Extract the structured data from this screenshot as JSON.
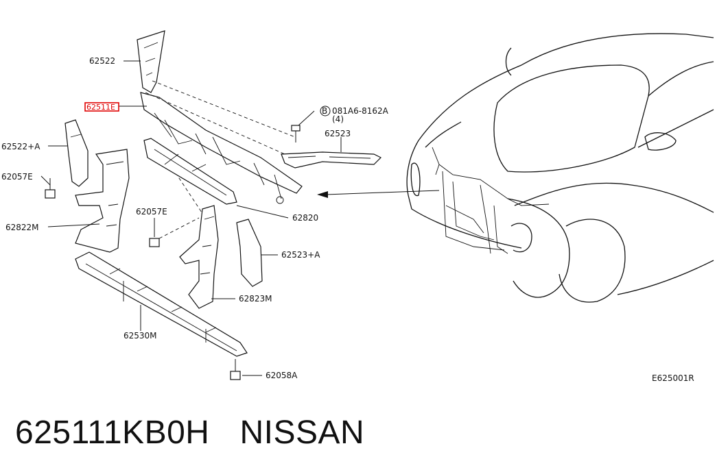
{
  "callouts": {
    "c62522": "62522",
    "c62511": "62511E",
    "bolt": "081A6-8162A",
    "bolt_qty": "(4)",
    "bolt_circle": "B",
    "c62523": "62523",
    "c62522a": "62522+A",
    "c62057e_l": "62057E",
    "c62820": "62820",
    "c62822m": "62822M",
    "c62057e_c": "62057E",
    "c62523a": "62523+A",
    "c62823m": "62823M",
    "c62530m": "62530M",
    "c62058a": "62058A",
    "code": "E625001R"
  },
  "footer": {
    "part_number": "625111KB0H",
    "brand": "NISSAN"
  },
  "colors": {
    "highlight": "#e00000",
    "ink": "#111111"
  }
}
